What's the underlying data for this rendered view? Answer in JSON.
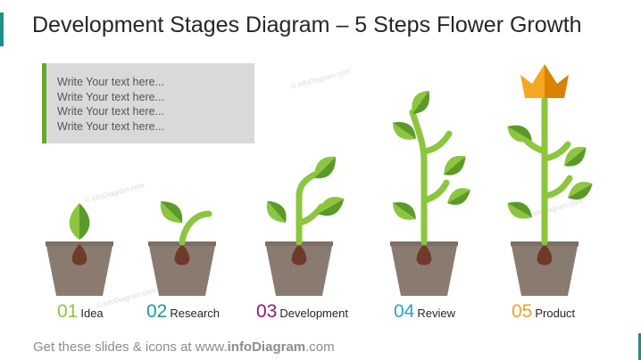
{
  "title": "Development Stages Diagram – 5 Steps Flower Growth",
  "textbox": {
    "lines": [
      "Write Your text here...",
      "Write Your text here...",
      "Write Your text here...",
      "Write Your text here..."
    ],
    "accent_color": "#66a82d"
  },
  "stages": [
    {
      "num": "01",
      "name": "Idea",
      "color": "#8cc63f"
    },
    {
      "num": "02",
      "name": "Research",
      "color": "#1a9a9a"
    },
    {
      "num": "03",
      "name": "Development",
      "color": "#8b1a7a"
    },
    {
      "num": "04",
      "name": "Review",
      "color": "#2aa3c9"
    },
    {
      "num": "05",
      "name": "Product",
      "color": "#f0a030"
    }
  ],
  "footer": {
    "prefix": "Get these slides & icons at www.",
    "brand": "infoDiagram",
    "suffix": ".com"
  },
  "watermark": "© infoDiagram.com",
  "colors": {
    "pot": "#8a7b70",
    "pot_rim": "#7d6f65",
    "seed": "#6e3a2a",
    "stem": "#8cc63f",
    "leaf_light": "#8cc63f",
    "leaf_dark": "#5a9a28",
    "flower_light": "#f5a623",
    "flower_dark": "#d98200"
  },
  "icons": [
    "sprout-icon",
    "seedling-icon",
    "plant-icon",
    "tall-plant-icon",
    "flower-icon"
  ]
}
